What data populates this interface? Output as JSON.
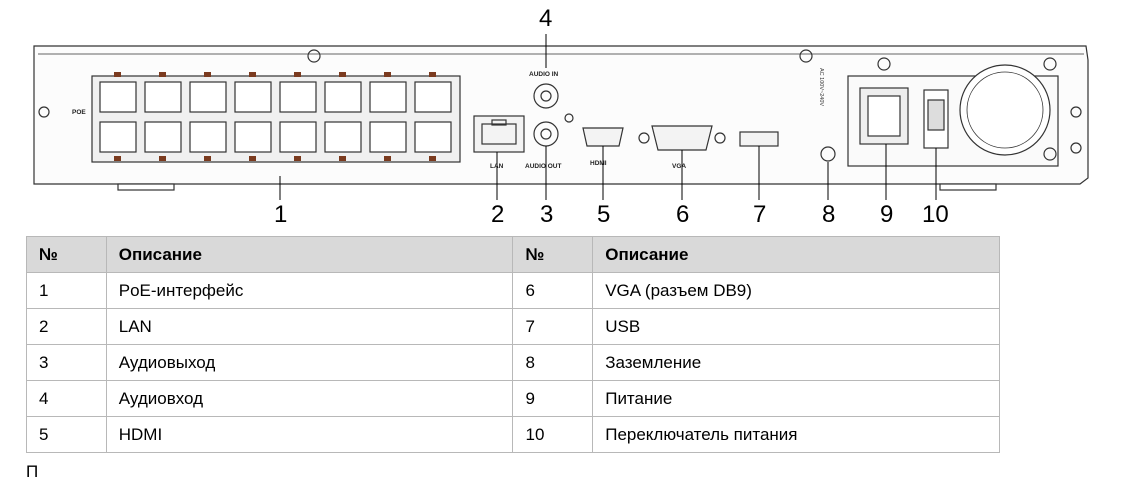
{
  "callouts": [
    "1",
    "2",
    "3",
    "4",
    "5",
    "6",
    "7",
    "8",
    "9",
    "10"
  ],
  "panel_labels": {
    "poe": "POE",
    "lan": "LAN",
    "audio_in": "AUDIO IN",
    "audio_out": "AUDIO OUT",
    "hdmi": "HDMI",
    "vga": "VGA",
    "power_rating": "AC 100V~240V"
  },
  "table": {
    "headers": [
      "№",
      "Описание",
      "№",
      "Описание"
    ],
    "rows": [
      [
        "1",
        "PoE-интерфейс",
        "6",
        "VGA (разъем DB9)"
      ],
      [
        "2",
        "LAN",
        "7",
        "USB"
      ],
      [
        "3",
        "Аудиовыход",
        "8",
        "Заземление"
      ],
      [
        "4",
        "Аудиовход",
        "9",
        "Питание"
      ],
      [
        "5",
        "HDMI",
        "10",
        "Переключатель питания"
      ]
    ]
  },
  "footer": "П",
  "colors": {
    "table_header_bg": "#d9d9d9",
    "line": "#333333"
  }
}
